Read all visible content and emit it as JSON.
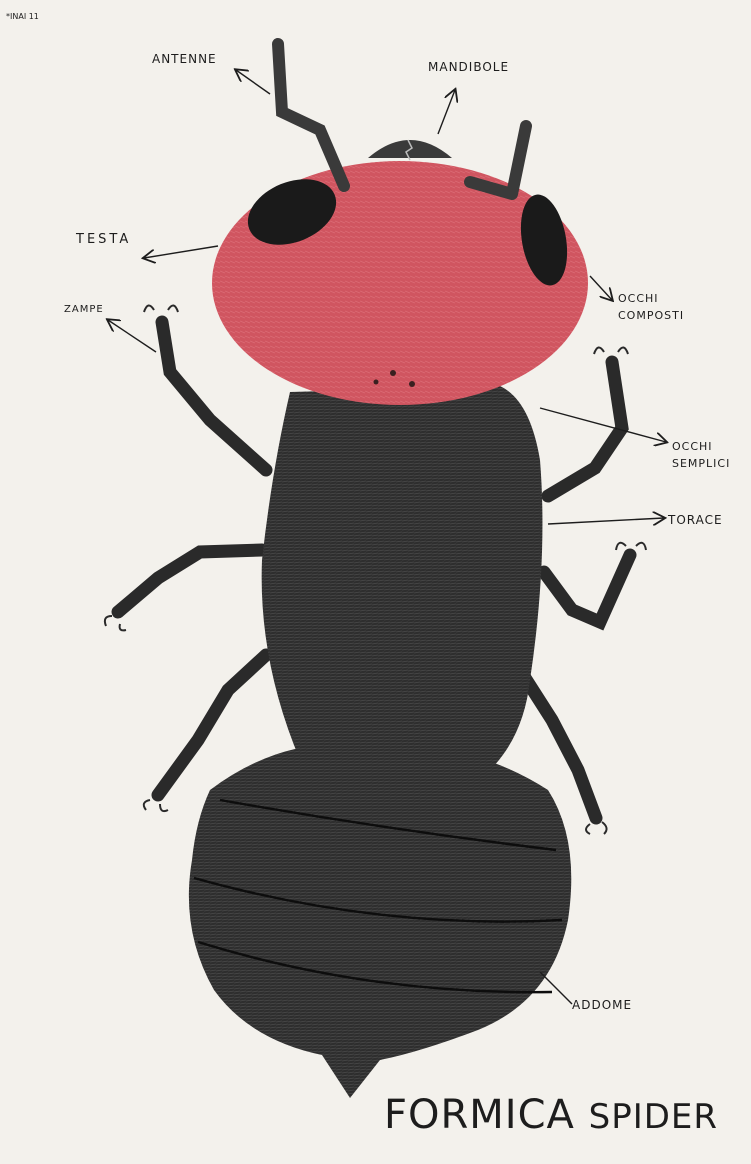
{
  "labels": {
    "corner_note": "*INAI 11",
    "antenne": "ANTENNE",
    "mandibole": "MANDIBOLE",
    "testa": "TESTA",
    "zampe": "ZAMPE",
    "occhi_composti_1": "OCCHI",
    "occhi_composti_2": "COMPOSTI",
    "occhi_semplici_1": "OCCHI",
    "occhi_semplici_2": "SEMPLICI",
    "torace": "TORACE",
    "addome": "ADDOME"
  },
  "title": {
    "word1": "FORMICA",
    "word2": "SPIDER"
  },
  "colors": {
    "head": "#d05560",
    "body": "#2c2c2c",
    "eyes": "#1a1a1a",
    "ink": "#1d1d1d",
    "paper": "#f3f1ec"
  }
}
